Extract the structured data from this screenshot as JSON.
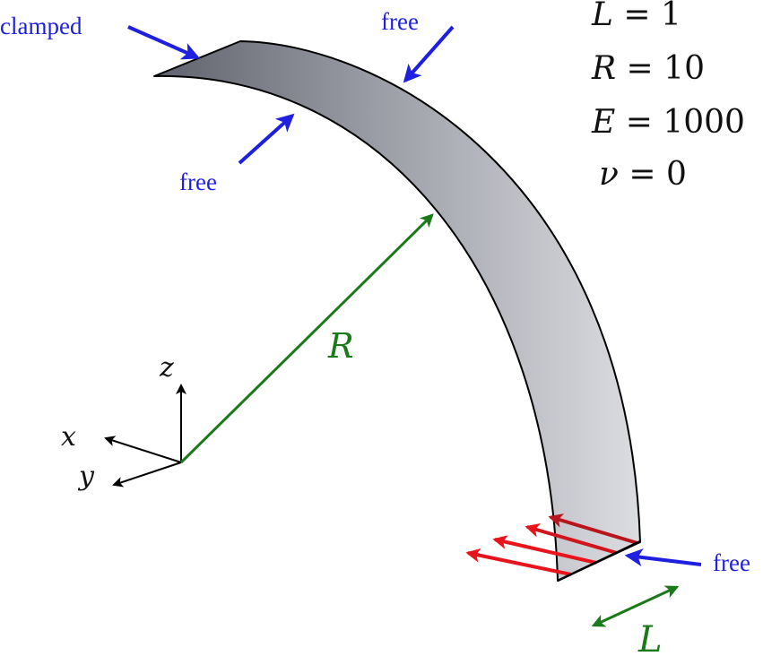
{
  "labels": {
    "clamped": "clamped",
    "free_top": "free",
    "free_inner": "free",
    "free_tip": "free"
  },
  "params": {
    "L": {
      "symbol": "L",
      "value": "1"
    },
    "R": {
      "symbol": "R",
      "value": "10"
    },
    "E": {
      "symbol": "E",
      "value": "1000"
    },
    "nu": {
      "symbol": "ν",
      "value": "0"
    }
  },
  "dimensions": {
    "radius_label": "R",
    "width_label": "L"
  },
  "axes": {
    "x": "x",
    "y": "y",
    "z": "z"
  },
  "colors": {
    "shell_dark": "#6f717d",
    "shell_light": "#d9dade",
    "annotation_blue": "#1f1fe0",
    "dimension_green": "#1a7a1a",
    "load_red": "#e8141c",
    "load_red_dark": "#b8151c",
    "outline": "#000000"
  }
}
